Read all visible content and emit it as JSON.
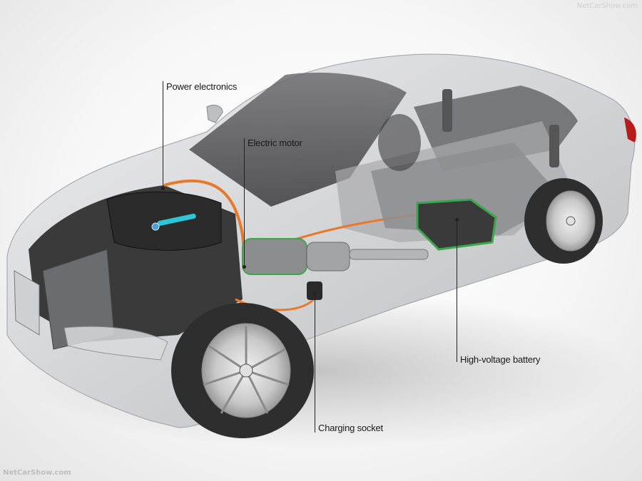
{
  "image": {
    "subject": "cutaway illustration of a plug-in hybrid sedan showing drivetrain components",
    "colors": {
      "background": "#f4f4f4",
      "body_paint": "#d9dadc",
      "hv_cable": "#e8782a",
      "battery_outline": "#3aa84a",
      "engine_cover": "#2b2b2b",
      "accent_blue": "#2ec6d6",
      "label_text": "#1a1a1a"
    }
  },
  "callouts": [
    {
      "id": "power-electronics",
      "label": "Power electronics"
    },
    {
      "id": "electric-motor",
      "label": "Electric motor"
    },
    {
      "id": "high-voltage-battery",
      "label": "High-voltage battery"
    },
    {
      "id": "charging-socket",
      "label": "Charging socket"
    }
  ],
  "watermarks": {
    "top_right": "NetCarShow.com",
    "bottom_left": "NetCarShow.com"
  }
}
